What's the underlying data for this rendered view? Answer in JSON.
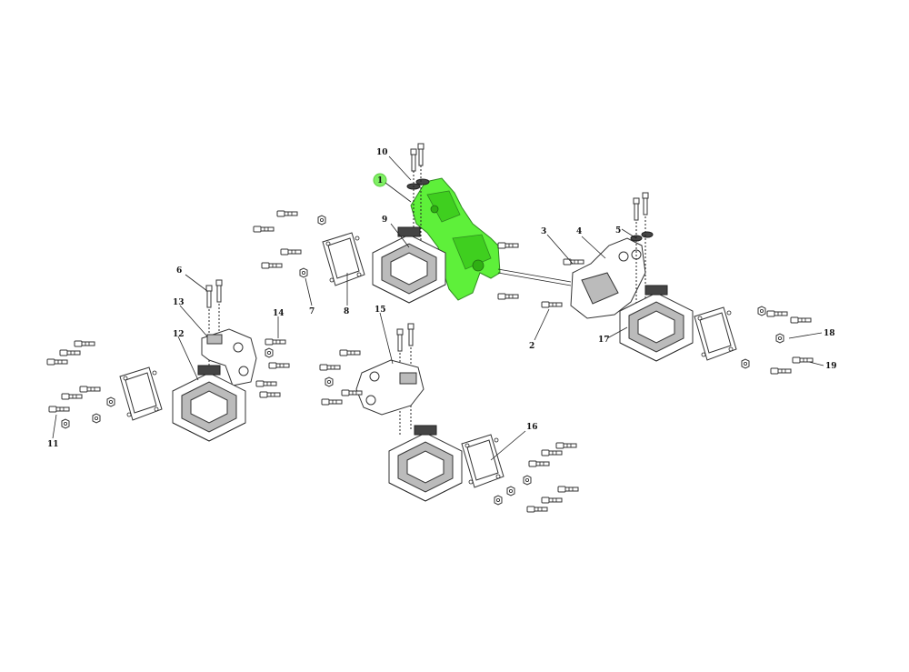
{
  "diagram": {
    "highlight_color": "#5ef03a",
    "highlighted_part": "1",
    "callouts": {
      "c1": "1",
      "c2": "2",
      "c3": "3",
      "c4": "4",
      "c5": "5",
      "c6": "6",
      "c7": "7",
      "c8": "8",
      "c9": "9",
      "c10": "10",
      "c11": "11",
      "c12": "12",
      "c13": "13",
      "c14": "14",
      "c15": "15",
      "c16": "16",
      "c17": "17",
      "c18": "18",
      "c19": "19"
    }
  }
}
